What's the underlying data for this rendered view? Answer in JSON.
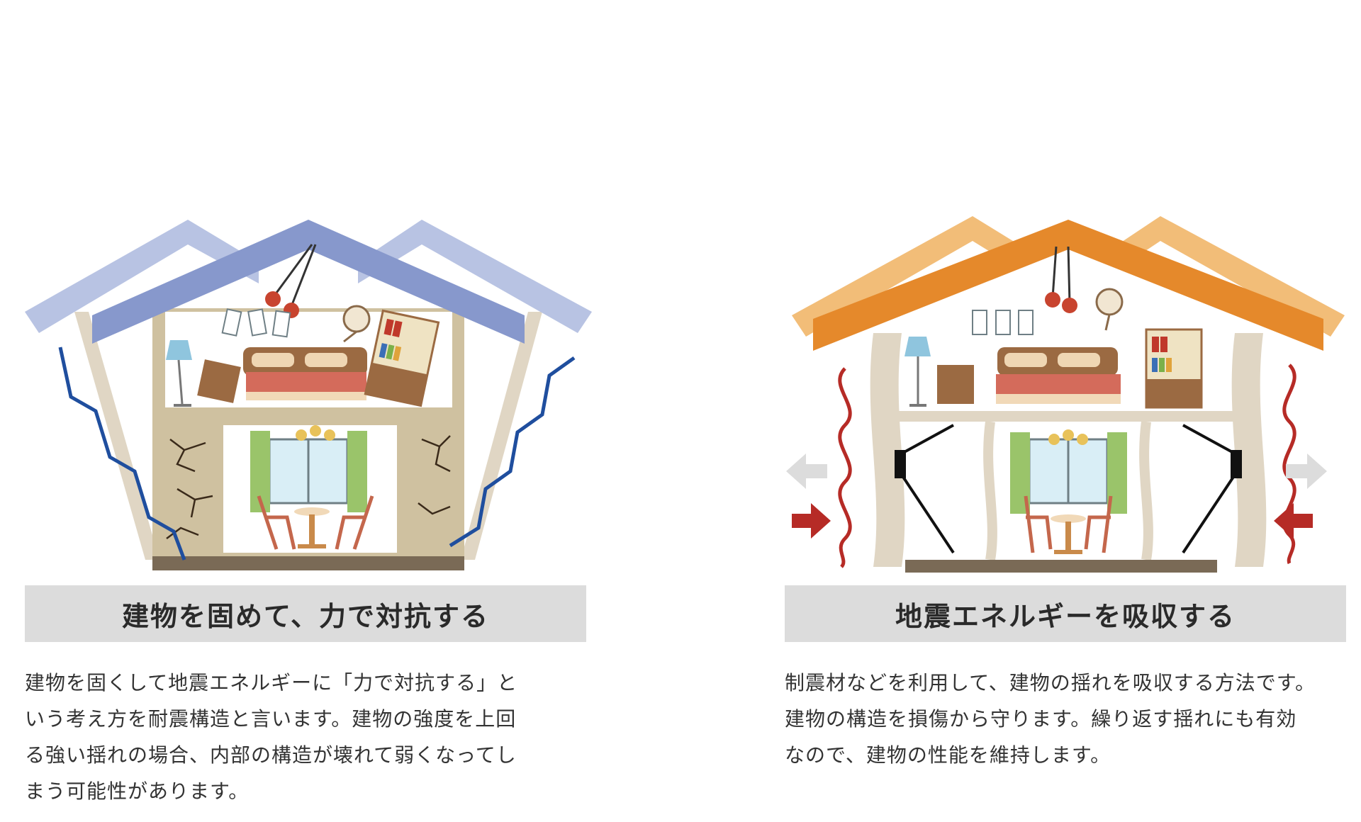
{
  "left": {
    "label": "建物を固めて、力で対抗する",
    "description_lines": [
      "建物を固くして地震エネルギーに「力で対抗する」と",
      "いう考え方を耐震構造と言います。建物の強度を上回",
      "る強い揺れの場合、内部の構造が壊れて弱くなってし",
      "まう可能性があります。"
    ]
  },
  "right": {
    "label": "地震エネルギーを吸収する",
    "description_lines": [
      "制震材などを利用して、建物の揺れを吸収する方法です。",
      "建物の構造を損傷から守ります。繰り返す揺れにも有効",
      "なので、建物の性能を維持します。"
    ]
  },
  "colors": {
    "left_roof_main": "#8798cc",
    "left_roof_ghost": "#b8c3e3",
    "left_shake_wave": "#1f4e9e",
    "right_roof_main": "#e5892b",
    "right_roof_ghost": "#f2bd78",
    "right_shake_wave": "#b62b26",
    "force_arrow": "#b62b26",
    "ghost_arrow": "#dcdcdc",
    "wall_fill": "#cfc1a0",
    "floor_slab": "#7a6a56",
    "label_bar": "#dcdcdc"
  }
}
